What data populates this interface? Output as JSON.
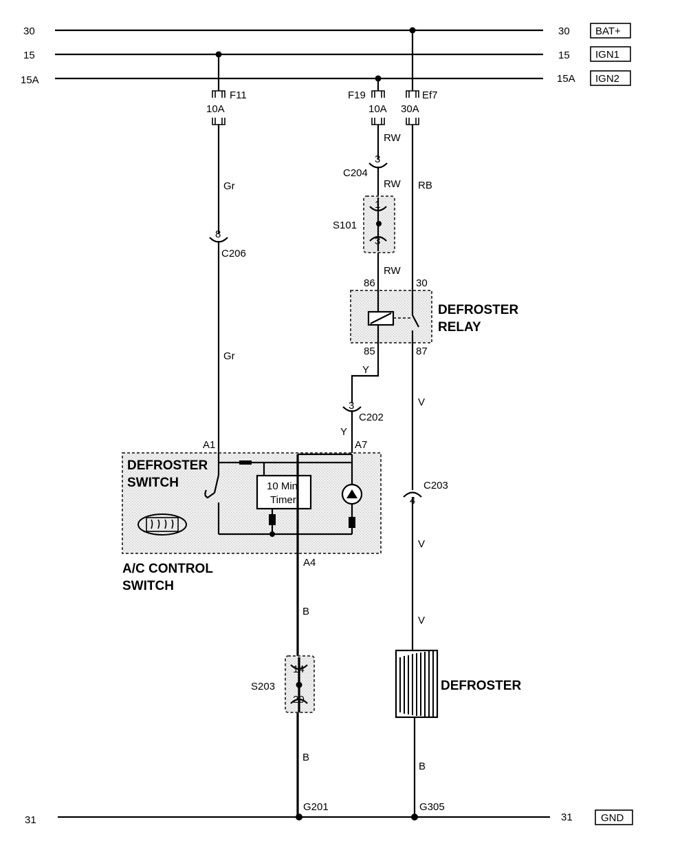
{
  "buses": {
    "bat": {
      "left": "30",
      "right": "30",
      "tag": "BAT+"
    },
    "ign1": {
      "left": "15",
      "right": "15",
      "tag": "IGN1"
    },
    "ign2": {
      "left": "15A",
      "right": "15A",
      "tag": "IGN2"
    },
    "gnd": {
      "left": "31",
      "right": "31",
      "tag": "GND"
    }
  },
  "fuses": {
    "f11": {
      "name": "F11",
      "rating": "10A"
    },
    "f19": {
      "name": "F19",
      "rating": "10A"
    },
    "ef7": {
      "name": "Ef7",
      "rating": "30A"
    }
  },
  "wires": {
    "gr_upper": "Gr",
    "gr_lower": "Gr",
    "rw_1": "RW",
    "rw_2": "RW",
    "rw_3": "RW",
    "rb": "RB",
    "y_1": "Y",
    "y_2": "Y",
    "v_1": "V",
    "v_2": "V",
    "v_3": "V",
    "b_1": "B",
    "b_2": "B",
    "b_3": "B"
  },
  "connectors": {
    "c206": {
      "name": "C206",
      "pin": "8"
    },
    "c204": {
      "name": "C204",
      "pin": "3"
    },
    "c202": {
      "name": "C202",
      "pin": "3"
    },
    "c203": {
      "name": "C203",
      "pin": "4"
    }
  },
  "splices": {
    "s101": {
      "name": "S101",
      "pin_top": "1",
      "pin_bottom": "3"
    },
    "s203": {
      "name": "S203",
      "pin_top": "14",
      "pin_bottom": "20"
    }
  },
  "relay": {
    "title_1": "DEFROSTER",
    "title_2": "RELAY",
    "pin_86": "86",
    "pin_30": "30",
    "pin_85": "85",
    "pin_87": "87"
  },
  "ac_switch": {
    "inner_1": "DEFROSTER",
    "inner_2": "SWITCH",
    "timer_1": "10 Min",
    "timer_2": "Timer",
    "title_1": "A/C CONTROL",
    "title_2": "SWITCH",
    "pin_a1": "A1",
    "pin_a7": "A7",
    "pin_a4": "A4",
    "symbol": "defrost-symbol"
  },
  "defroster": {
    "label": "DEFROSTER"
  },
  "grounds": {
    "g201": "G201",
    "g305": "G305"
  }
}
